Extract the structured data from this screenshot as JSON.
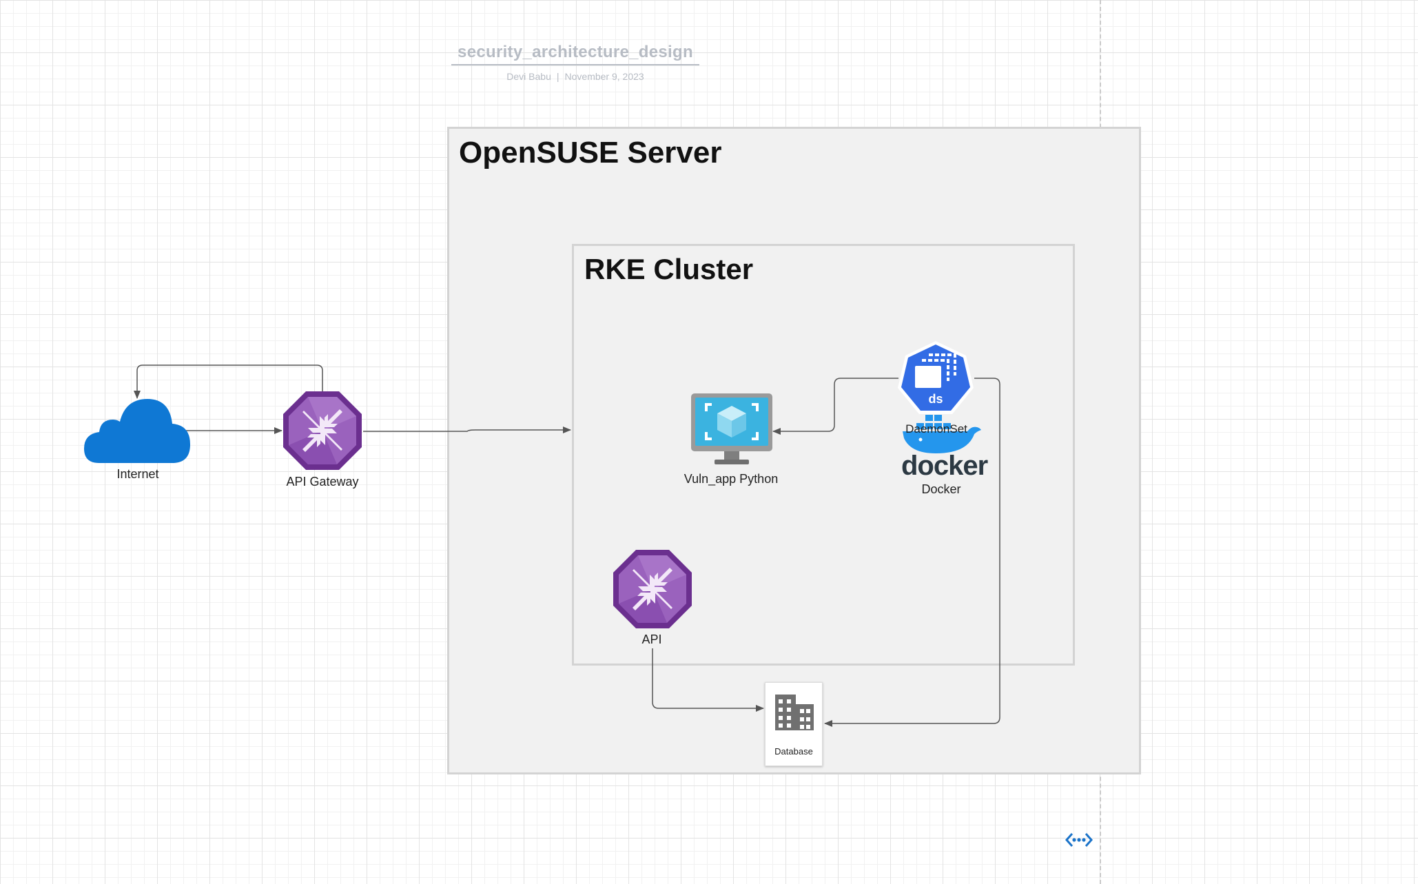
{
  "document": {
    "title": "security_architecture_design",
    "author": "Devi Babu",
    "separator": "|",
    "date": "November 9, 2023"
  },
  "containers": {
    "server_title": "OpenSUSE Server",
    "cluster_title": "RKE Cluster"
  },
  "nodes": {
    "internet": "Internet",
    "api_gateway": "API Gateway",
    "vuln_app": "Vuln_app Python",
    "daemonset": "DaemonSet",
    "daemonset_badge": "ds",
    "docker_word": "docker",
    "docker": "Docker",
    "api": "API",
    "database": "Database"
  },
  "colors": {
    "cloud": "#0f78d4",
    "gateway_purple": "#7a3ea0",
    "kubernetes_blue": "#326ce5",
    "docker_blue": "#2496ed",
    "monitor_blue": "#3bb3e0",
    "connector": "#555555",
    "container_fill": "#f1f1f1"
  },
  "icons": {
    "internet": "cloud-icon",
    "api_gateway": "api-gateway-icon",
    "vuln_app": "virtual-machine-icon",
    "daemonset": "kubernetes-daemonset-icon",
    "docker": "docker-whale-icon",
    "api": "api-gateway-icon",
    "database": "building-icon",
    "link": "network-link-icon"
  }
}
